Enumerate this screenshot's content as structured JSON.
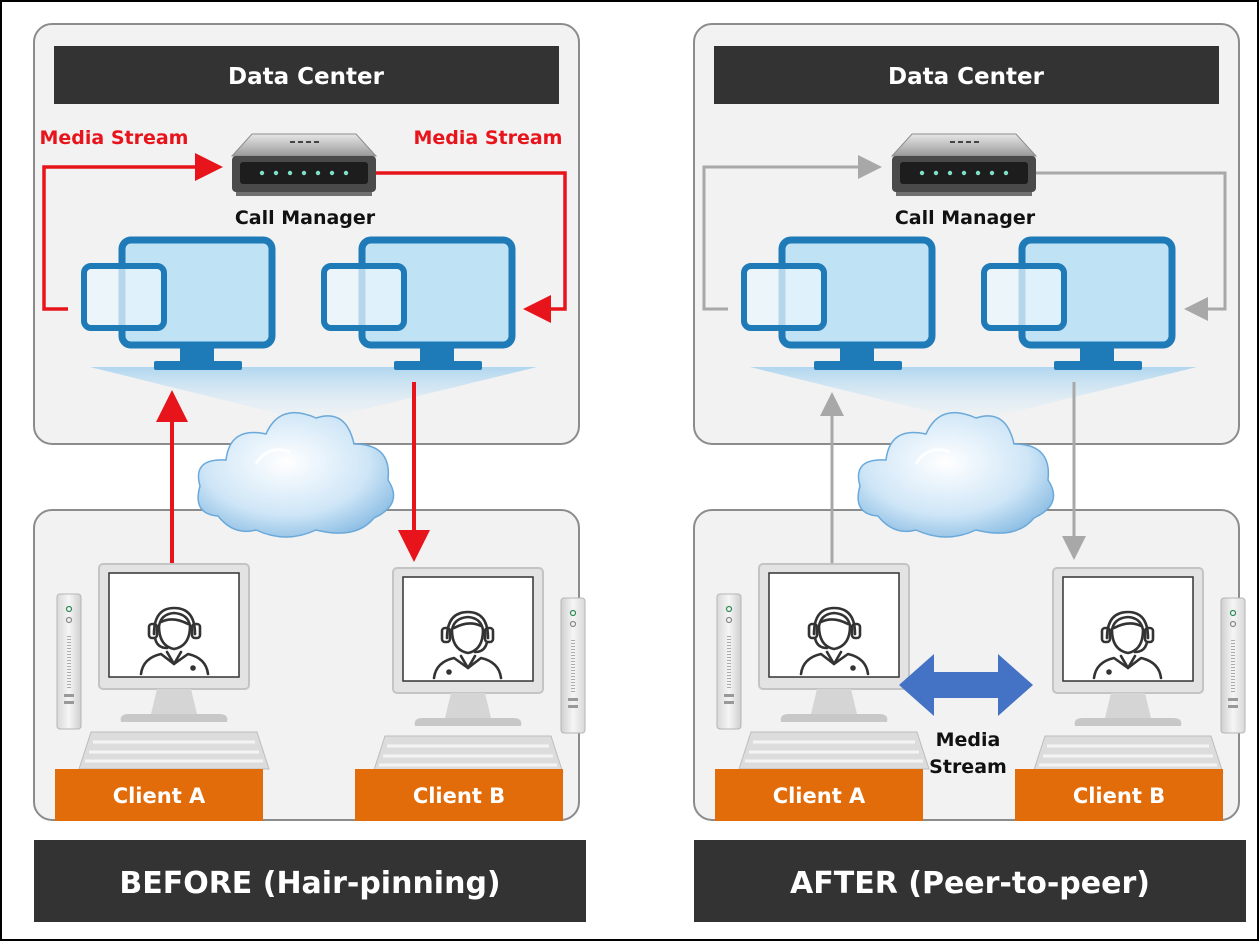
{
  "panels": [
    {
      "id": "before",
      "data_center_label": "Data Center",
      "call_manager_label": "Call Manager",
      "media_stream_left": "Media Stream",
      "media_stream_right": "Media Stream",
      "client_a": "Client A",
      "client_b": "Client B",
      "caption": "BEFORE (Hair-pinning)",
      "arrow_color": "#e8141b"
    },
    {
      "id": "after",
      "data_center_label": "Data Center",
      "call_manager_label": "Call Manager",
      "peer_media_label": "Media\nStream",
      "client_a": "Client A",
      "client_b": "Client B",
      "caption": "AFTER (Peer-to-peer)",
      "arrow_color": "#a8a8a8",
      "peer_arrow_color": "#4472c4"
    }
  ],
  "colors": {
    "dark_bar": "#333333",
    "client_orange": "#e36c0a",
    "panel_fill": "#f2f2f2",
    "panel_stroke": "#8c8c8c",
    "monitor_blue": "#1f7ab8",
    "monitor_fill": "#bfe3f5"
  }
}
